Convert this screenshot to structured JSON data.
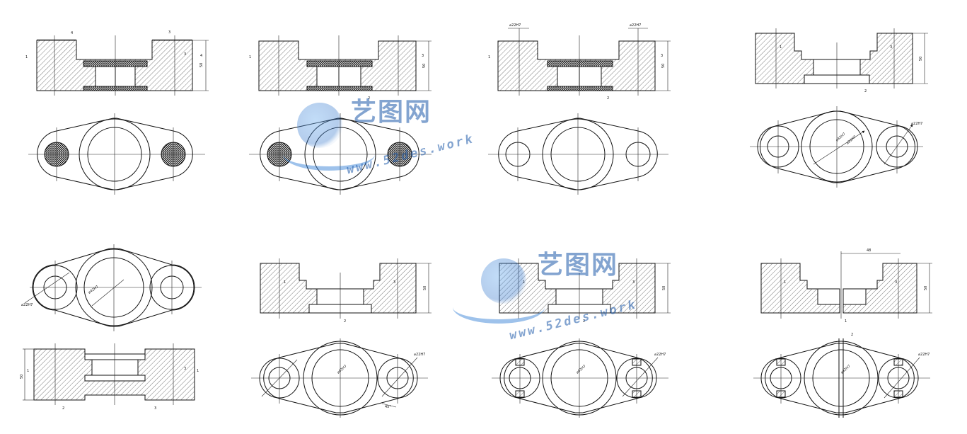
{
  "sheet": {
    "views": [
      {
        "section": {
          "labels": [
            "4",
            "3",
            "1",
            "3",
            "4",
            "50"
          ]
        }
      },
      {
        "section": {
          "labels": [
            "1",
            "3",
            "50",
            "2"
          ]
        }
      },
      {
        "section": {
          "labels": [
            "⌀22H7",
            "⌀22H7",
            "1",
            "3",
            "50",
            "2"
          ]
        }
      },
      {
        "section": {
          "labels": [
            "1",
            "3",
            "50",
            "2"
          ]
        },
        "plan": {
          "labels": [
            "⌀22H7",
            "⌀42H7",
            "⌀22H7"
          ]
        }
      },
      {
        "plan": {
          "labels": [
            "⌀22H7",
            "⌀42H7"
          ]
        },
        "section": {
          "labels": [
            "1",
            "50",
            "3",
            "1",
            "2",
            "3"
          ]
        }
      },
      {
        "section": {
          "labels": [
            "1",
            "3",
            "50",
            "2"
          ]
        },
        "plan": {
          "labels": [
            "⌀42H7",
            "⌀22H7",
            "45°"
          ]
        }
      },
      {
        "section": {
          "labels": [
            "1",
            "3",
            "50",
            "2"
          ]
        },
        "plan": {
          "labels": [
            "⌀42H7",
            "⌀22H7"
          ]
        }
      },
      {
        "section": {
          "labels": [
            "48",
            "1",
            "3",
            "50",
            "1"
          ]
        },
        "plan": {
          "labels": [
            "2",
            "⌀42H7",
            "⌀22H7"
          ]
        }
      }
    ]
  },
  "watermark": {
    "cn_text": "艺图网",
    "url_text": "www.52des.work",
    "color": "#1e5aaa"
  }
}
